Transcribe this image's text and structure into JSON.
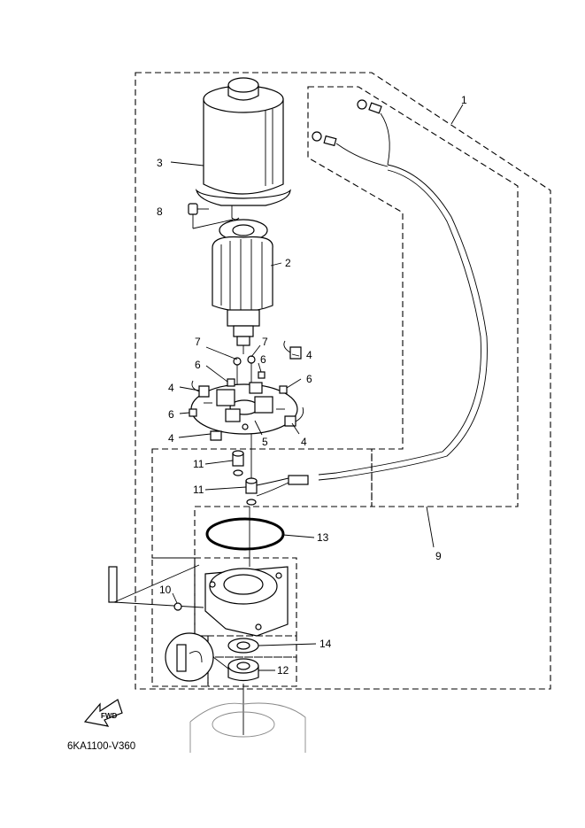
{
  "diagram": {
    "callouts": {
      "c1": "1",
      "c2": "2",
      "c3": "3",
      "c4a": "4",
      "c4b": "4",
      "c4c": "4",
      "c4d": "4",
      "c5": "5",
      "c6a": "6",
      "c6b": "6",
      "c6c": "6",
      "c6d": "6",
      "c7a": "7",
      "c7b": "7",
      "c8": "8",
      "c9": "9",
      "c10": "10",
      "c11a": "11",
      "c11b": "11",
      "c12": "12",
      "c13": "13",
      "c14": "14"
    },
    "fwd_label": "FWD",
    "drawing_code": "6KA1100-V360"
  }
}
